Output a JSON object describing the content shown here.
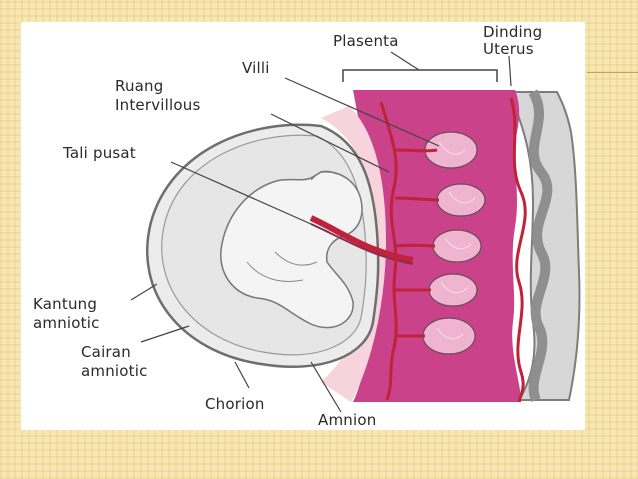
{
  "labels": {
    "plasenta": "Plasenta",
    "dinding_uterus_1": "Dinding",
    "dinding_uterus_2": "Uterus",
    "villi": "Villi",
    "ruang_intervillous_1": "Ruang",
    "ruang_intervillous_2": "Intervillous",
    "tali_pusat": "Tali pusat",
    "kantung_amniotic_1": "Kantung",
    "kantung_amniotic_2": "amniotic",
    "cairan_amniotic_1": "Cairan",
    "cairan_amniotic_2": "amniotic",
    "chorion": "Chorion",
    "amnion": "Amnion"
  },
  "colors": {
    "background": "#f6e7b4",
    "placenta": "#c9428a",
    "villi": "#efb4cf",
    "vessel": "#c0223a",
    "uterus_wall": "#8f8f8f",
    "amniotic_fluid": "#e9e9e9",
    "chorion_zone": "#f7d3dd"
  }
}
